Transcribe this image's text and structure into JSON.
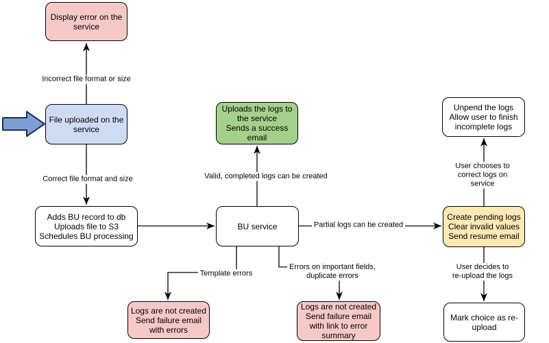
{
  "nodes": {
    "display_error": {
      "label": "Display error on the\nservice",
      "fill": "#f6c9c6"
    },
    "file_uploaded": {
      "label": "File uploaded on the\nservice",
      "fill": "#cddcf2"
    },
    "adds_bu_record": {
      "label": "Adds BU record to db\nUploads file to S3\nSchedules BU processing",
      "fill": "#ffffff"
    },
    "uploads_logs": {
      "label": "Uploads the logs to\nthe service\nSends a success\nemail",
      "fill": "#a4d08b"
    },
    "bu_service": {
      "label": "BU service",
      "fill": "#ffffff"
    },
    "unpend_logs": {
      "label": "Unpend the logs\nAllow user to finish\nincomplete logs",
      "fill": "#ffffff"
    },
    "create_pending_logs": {
      "label": "Create pending logs\nClear invalid values\nSend resume email",
      "fill": "#ffe9b5"
    },
    "mark_choice_reupload": {
      "label": "Mark choice as re-\nupload",
      "fill": "#ffffff"
    },
    "logs_not_created_template": {
      "label": "Logs are not created\nSend failure email\nwith errors",
      "fill": "#f6c9c6"
    },
    "logs_not_created_fields": {
      "label": "Logs are not created\nSend failure email\nwith link to error\nsummary",
      "fill": "#f6c9c6"
    }
  },
  "edge_labels": {
    "incorrect_format": "Incorrect file format or size",
    "correct_format": "Correct file format and size",
    "valid_completed": "Valid, completed logs can be created",
    "partial_logs": "Partial logs can be created",
    "template_errors": "Template errors",
    "important_fields": "Errors on important fields,\nduplicate errors",
    "user_chooses_correct": "User chooses to correct logs on service",
    "user_decides_reupload": "User decides to re-upload the logs"
  },
  "entry_arrow": {
    "fill": "#7c9fd6",
    "stroke": "#1f3050"
  },
  "colors": {
    "node_border": "#000000",
    "connector": "#000000",
    "canvas_background": "#ffffff"
  }
}
